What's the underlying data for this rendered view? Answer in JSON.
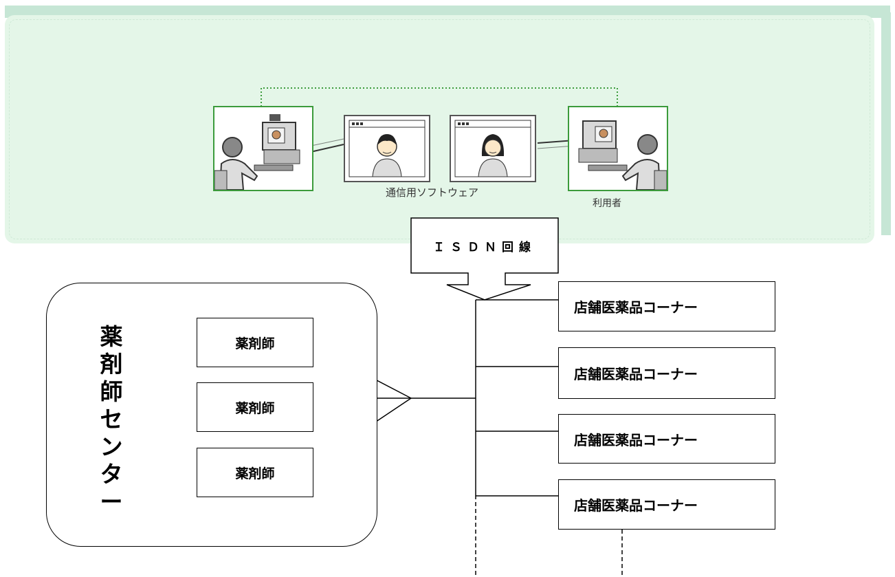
{
  "illustration": {
    "software_caption": "通信用ソフトウェア",
    "user_caption": "利用者"
  },
  "diagram": {
    "isdn_label": "ＩＳＤＮ回線",
    "center_title": "薬剤師センター",
    "pharmacists": [
      "薬剤師",
      "薬剤師",
      "薬剤師"
    ],
    "stores": [
      "店舗医薬品コーナー",
      "店舗医薬品コーナー",
      "店舗医薬品コーナー",
      "店舗医薬品コーナー"
    ]
  },
  "colors": {
    "panel_bg": "#e4f6e8",
    "strip": "#c6e6d5",
    "frame_green": "#3b9b3b"
  }
}
